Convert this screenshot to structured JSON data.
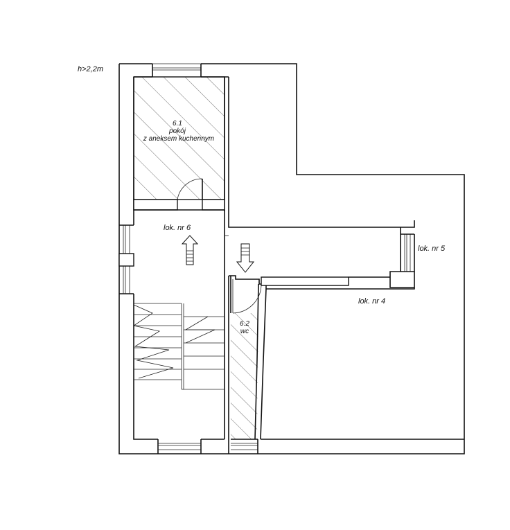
{
  "height_note": "h>2,2m",
  "rooms": {
    "room_6_1": {
      "number": "6.1",
      "name_line1": "pokój",
      "name_line2": "z aneksem kuchennym"
    },
    "room_6_2": {
      "number": "6.2",
      "name": "wc"
    }
  },
  "units": {
    "lok6": "lok. nr 6",
    "lok5": "lok. nr 5",
    "lok4": "lok. nr 4"
  },
  "colors": {
    "ink": "#111111",
    "paper": "#ffffff"
  }
}
